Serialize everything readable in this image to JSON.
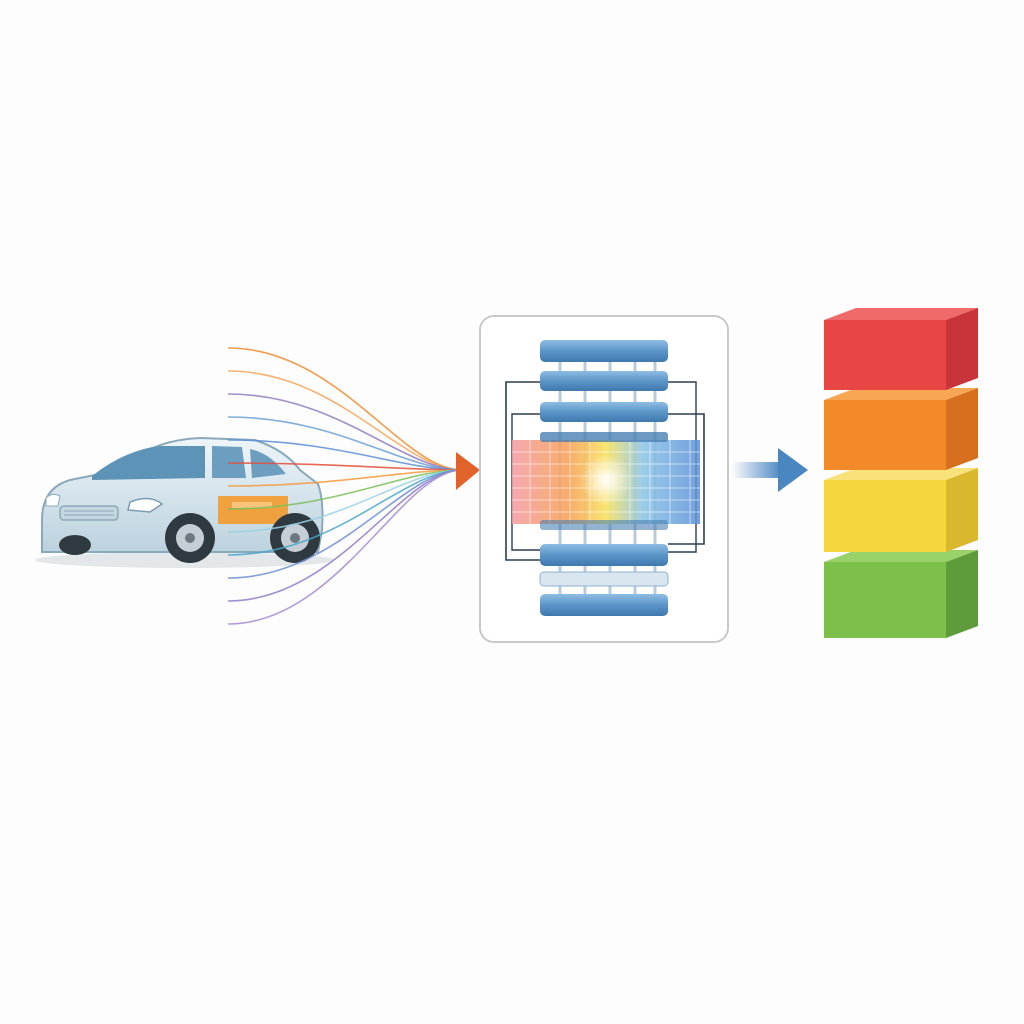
{
  "diagram": {
    "stages": [
      {
        "id": "vehicle",
        "icon": "car-icon"
      },
      {
        "id": "model",
        "icon": "layered-network-icon"
      },
      {
        "id": "output",
        "icon": "stacked-blocks-icon"
      }
    ],
    "signal_line_colors": [
      "#f08a2c",
      "#f4a35a",
      "#8e7cc3",
      "#6a9fd8",
      "#5b8ed6",
      "#e0503a",
      "#f39a3d",
      "#7cbf5a",
      "#9ad0e0",
      "#4aa6c8",
      "#6c8fd0",
      "#8f7bc8",
      "#a58bd0"
    ],
    "colors": {
      "car_body": "#d8e6ee",
      "car_stripe": "#f39a2e",
      "network_layer": "#5b95c8",
      "frame_border": "#c9c9c9",
      "arrow_orange": "#e2632a",
      "arrow_blue": "#4a86bf"
    },
    "output_blocks": [
      {
        "level": "red",
        "color": "#e84545"
      },
      {
        "level": "orange",
        "color": "#f28a2a"
      },
      {
        "level": "yellow",
        "color": "#f5d63e"
      },
      {
        "level": "green",
        "color": "#7cbf4a"
      }
    ]
  }
}
